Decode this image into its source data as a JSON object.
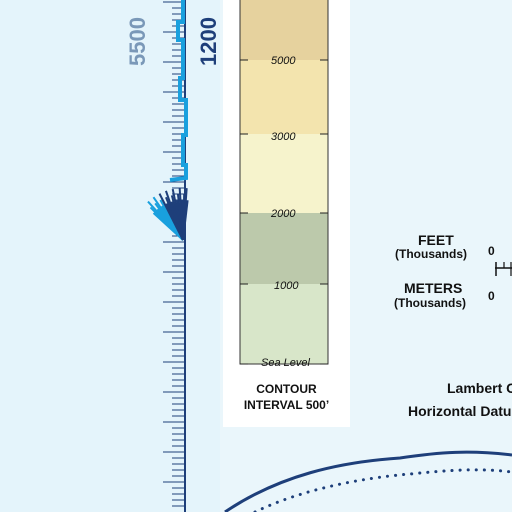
{
  "colors": {
    "water": "#eaf6fb",
    "legend_bg": "#ffffff",
    "grid_blue": "#1e3f7a",
    "route_blue": "#19a0de",
    "label_blue": "#7a98b8",
    "shoreline": "#1e3f7a",
    "tint_1000": "#d8e6c9",
    "tint_2000": "#bcc9ab",
    "tint_3000": "#f6f3cc",
    "tint_4000": "#f3e4ae",
    "tint_5000": "#e6d29e"
  },
  "map_labels": {
    "grid_value_left": "5500",
    "grid_value_right": "1200"
  },
  "elevation_legend": {
    "tints": [
      {
        "label": "5000"
      },
      {
        "label": "3000"
      },
      {
        "label": "2000"
      },
      {
        "label": "1000"
      },
      {
        "label": "Sea Level"
      }
    ],
    "note_line1": "CONTOUR",
    "note_line2": "INTERVAL 500’"
  },
  "scale_bar": {
    "feet_title": "FEET",
    "feet_unit": "(Thousands)",
    "feet_zero": "0",
    "meters_title": "METERS",
    "meters_unit": "(Thousands)",
    "meters_zero": "0"
  },
  "projection": {
    "line1": "Lambert C",
    "line2": "Horizontal Datu"
  }
}
